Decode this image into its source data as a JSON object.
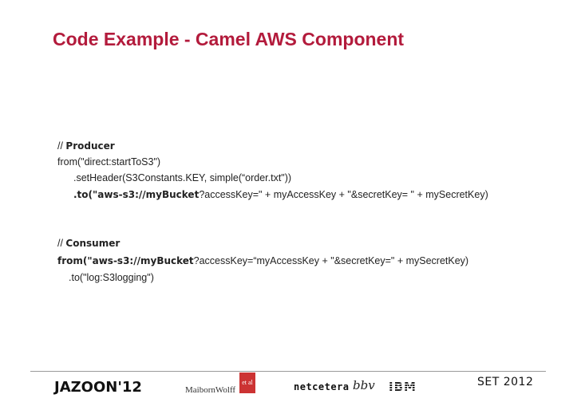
{
  "slide": {
    "title": "Code Example - Camel AWS Component"
  },
  "code": {
    "producer": {
      "comment_prefix": "// ",
      "comment_label": "Producer",
      "line1": "from(\"direct:startToS3\")",
      "line2": ".setHeader(S3Constants.KEY, simple(“order.txt\"))",
      "line3_bold": ".to(\"aws-s3://myBucket",
      "line3_rest": "?accessKey=\" + myAccessKey + \"&secretKey= \" + mySecretKey)"
    },
    "consumer": {
      "comment_prefix": "// ",
      "comment_label": "Consumer",
      "line1_bold": "from(\"aws-s3://myBucket",
      "line1_rest": "?accessKey=“myAccessKey + \"&secretKey=\" + mySecretKey)",
      "line2": ".to(\"log:S3logging\")"
    }
  },
  "footer": {
    "jazoon": "JAZOON'12",
    "maibornwolff": "MaibornWolff",
    "etal": "et al",
    "netcetera": "netcetera",
    "bbv": "bbv",
    "ibm": "IBM",
    "date": "SET 2012"
  }
}
